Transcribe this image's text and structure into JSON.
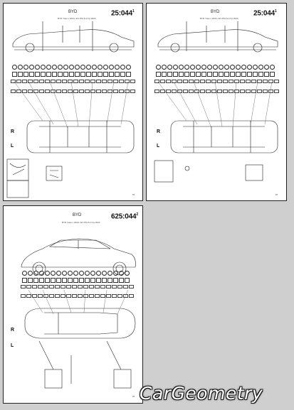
{
  "pages": [
    {
      "brand": "BYD",
      "number": "25:044",
      "rev": "1",
      "subtitle": "BYD Yuan L 2024 / EV PKLN 3 Gy 2024",
      "left": "L",
      "right": "R",
      "page": "87"
    },
    {
      "brand": "BYD",
      "number": "25:044",
      "rev": "1",
      "subtitle": "BYD Yuan L 2024 / EV PKLN 3 Gy 2024",
      "left": "L",
      "right": "R",
      "page": "87"
    },
    {
      "brand": "BYD",
      "number": "625:044",
      "rev": "2",
      "subtitle": "BYD Yuan L 2024 / EV PKLN 3 Gy 2024",
      "left": "L",
      "right": "R",
      "page": "87"
    }
  ],
  "logo": "CarGeometry",
  "colors": {
    "background": "#cfcfcf",
    "page": "#ffffff",
    "ink": "#111111"
  }
}
